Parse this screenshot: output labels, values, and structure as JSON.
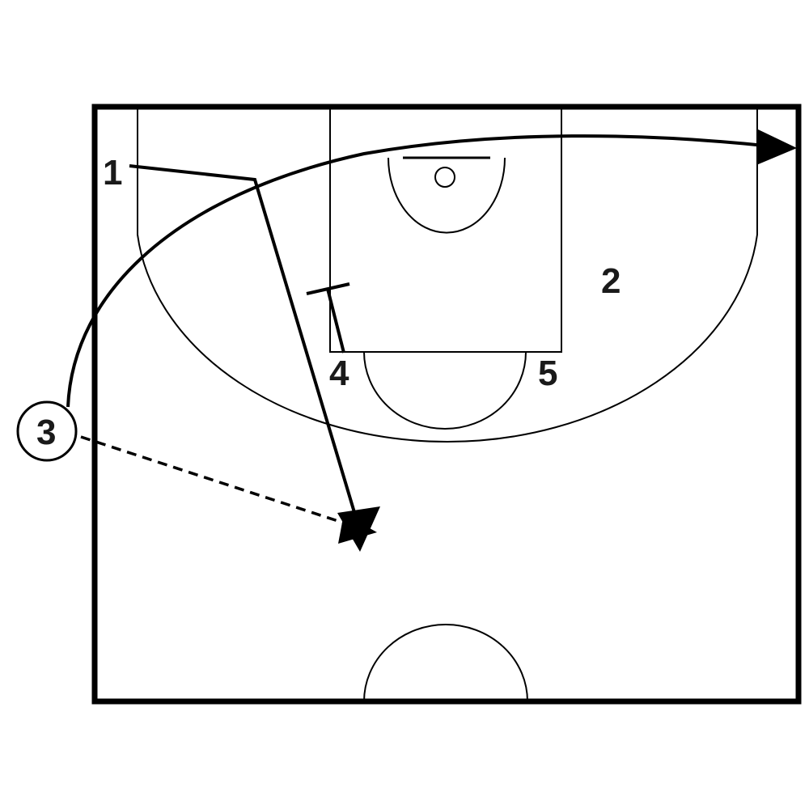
{
  "players": {
    "p1": "1",
    "p2": "2",
    "p3": "3",
    "p4": "4",
    "p5": "5"
  },
  "colors": {
    "ink": "#000000",
    "background": "#ffffff"
  },
  "actions": [
    {
      "type": "cut",
      "from": "1",
      "style": "solid-arrow"
    },
    {
      "type": "screen",
      "by": "4",
      "style": "solid-t-bar"
    },
    {
      "type": "cut",
      "from": "3",
      "style": "solid-curved-arrow"
    },
    {
      "type": "pass",
      "from": "3",
      "style": "dashed-arrow"
    }
  ]
}
